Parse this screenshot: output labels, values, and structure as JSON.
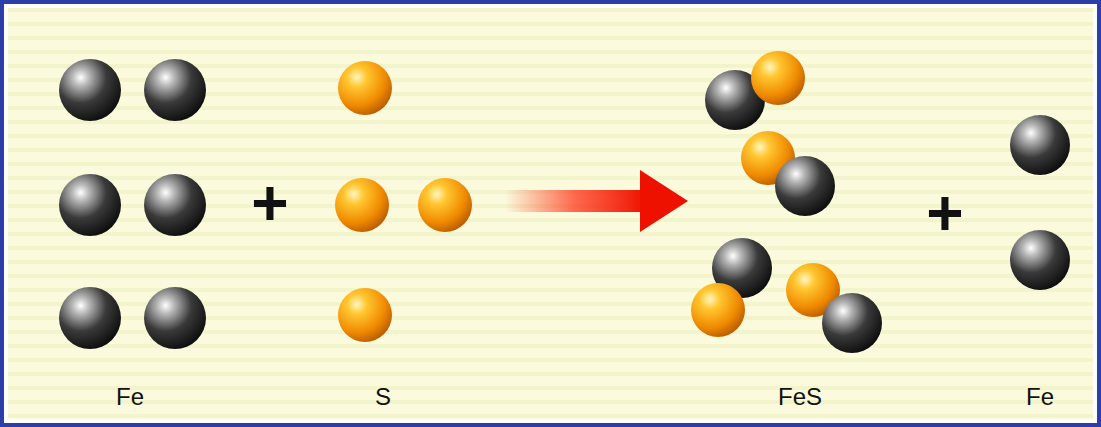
{
  "diagram": {
    "labels": [
      "Fe",
      "+",
      "S",
      "FeS",
      "+",
      "Fe"
    ]
  }
}
